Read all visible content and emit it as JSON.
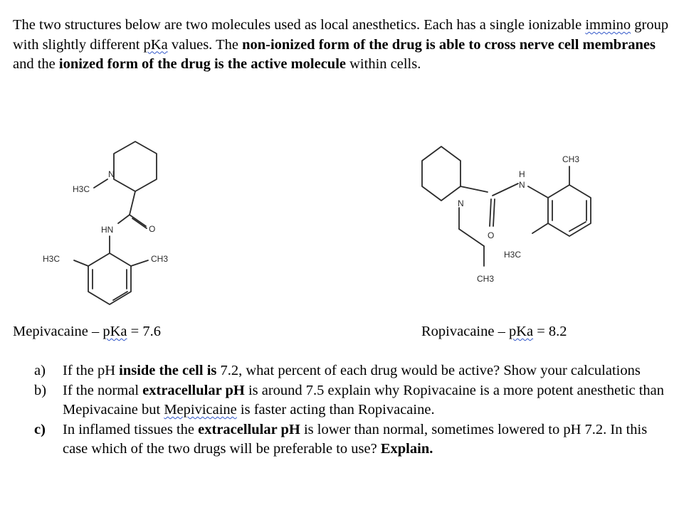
{
  "intro": {
    "t1": "The two structures below are two molecules used as local anesthetics.  Each has a single ionizable ",
    "w_immino": "immino",
    "t2": " group with slightly different ",
    "w_pka": "pKa",
    "t3": " values.  The ",
    "b1": "non-ionized form of the drug is able to cross nerve cell membranes",
    "t4": " and the ",
    "b2": "ionized form of the drug is the active molecule",
    "t5": " within cells."
  },
  "molecules": {
    "mepivacaine": {
      "labels": {
        "n": "N",
        "h3c_top": "H3C",
        "hn": "HN",
        "o": "O",
        "h3c_left": "H3C",
        "ch3_right": "CH3"
      }
    },
    "ropivacaine": {
      "labels": {
        "n": "N",
        "h": "H",
        "n2": "N",
        "ch3_top": "CH3",
        "o": "O",
        "h3c": "H3C",
        "ch3_bottom": "CH3"
      }
    }
  },
  "captions": {
    "mepivacaine": {
      "name": "Mepivacaine – ",
      "pka": "pKa",
      "value": " = 7.6"
    },
    "ropivacaine": {
      "name": "Ropivacaine – ",
      "pka": "pKa",
      "value": " = 8.2"
    }
  },
  "questions": {
    "a": {
      "label": "a)",
      "t1": "If the pH ",
      "b1": "inside the cell is",
      "t2": " 7.2, what percent of each drug would be active?  Show your calculations"
    },
    "b": {
      "label": "b)",
      "t1": "If the normal ",
      "b1": "extracellular pH",
      "t2": " is around 7.5 explain why Ropivacaine is a more potent anesthetic than Mepivacaine but ",
      "w1": "Mepivicaine",
      "t3": " is faster acting than Ropivacaine."
    },
    "c": {
      "label": "c)",
      "t1": "In inflamed tissues the ",
      "b1": "extracellular pH",
      "t2": " is lower than normal, sometimes lowered to pH 7.2.  In this case which of the two drugs will be preferable to use?  ",
      "b2": "Explain."
    }
  }
}
